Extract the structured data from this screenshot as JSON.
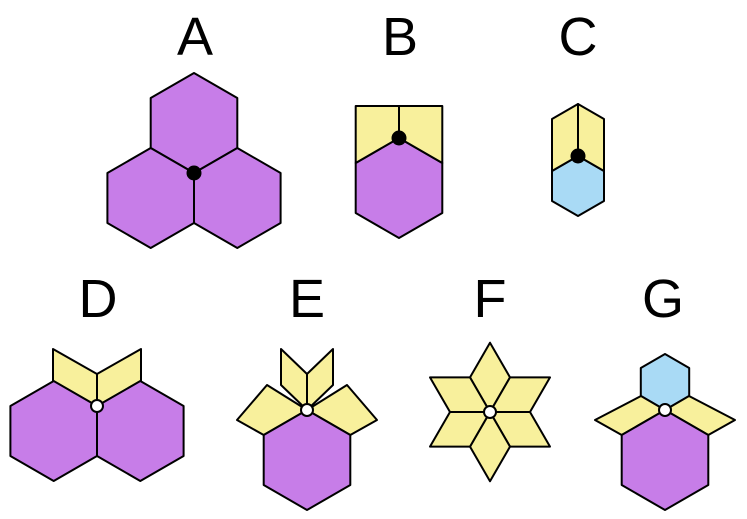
{
  "colors": {
    "purple": "#c77de8",
    "yellow": "#f8f09c",
    "blue": "#a9daf5",
    "stroke": "#000000",
    "dot_black": "#000000",
    "dot_white": "#ffffff"
  },
  "figures": [
    {
      "id": "A",
      "label": "A",
      "vertex_marker": "filled"
    },
    {
      "id": "B",
      "label": "B",
      "vertex_marker": "filled"
    },
    {
      "id": "C",
      "label": "C",
      "vertex_marker": "filled"
    },
    {
      "id": "D",
      "label": "D",
      "vertex_marker": "open"
    },
    {
      "id": "E",
      "label": "E",
      "vertex_marker": "open"
    },
    {
      "id": "F",
      "label": "F",
      "vertex_marker": "open"
    },
    {
      "id": "G",
      "label": "G",
      "vertex_marker": "open"
    }
  ]
}
